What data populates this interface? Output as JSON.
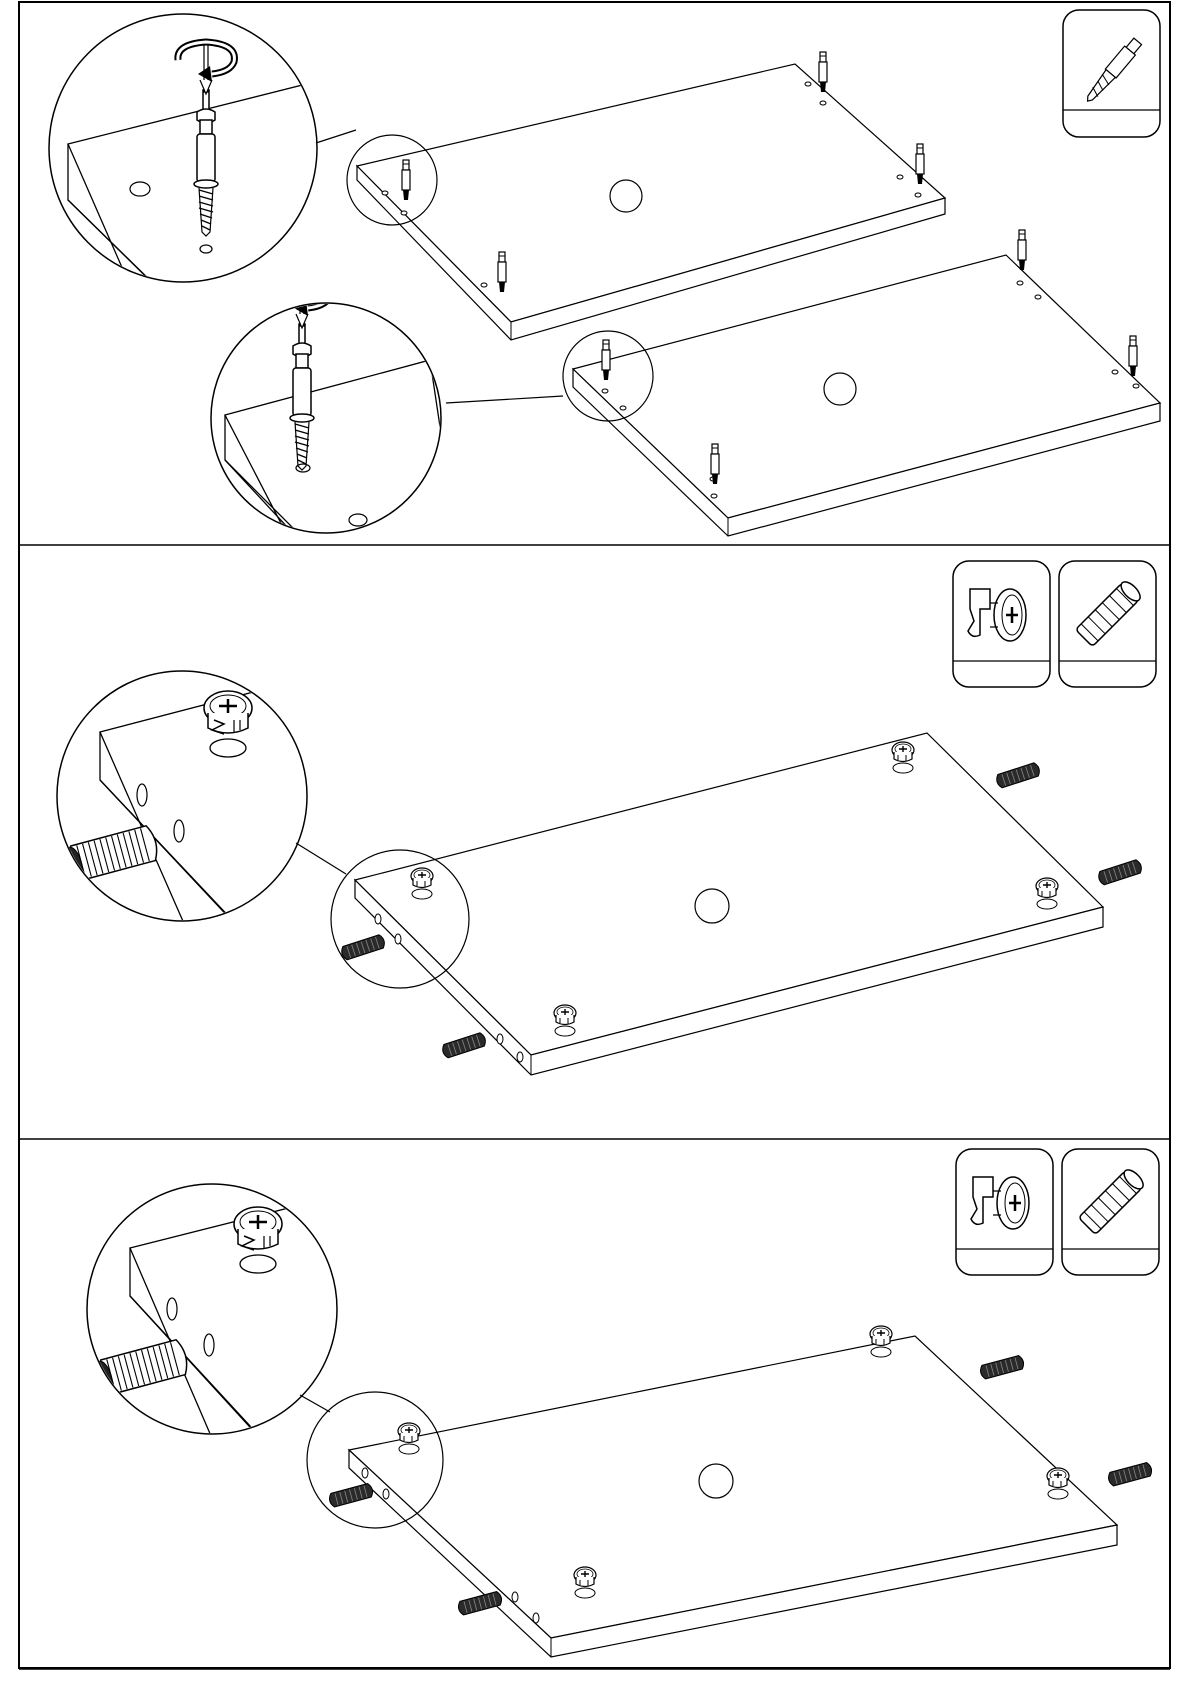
{
  "document": {
    "type": "furniture assembly instructions",
    "text_labels": []
  },
  "steps": [
    {
      "name": "step-1",
      "part_icons": [
        "cam-bolt-icon"
      ],
      "tool": "screwdriver-icon",
      "panels": 2,
      "fittings_per_panel": 4,
      "fitting": "cam-bolt"
    },
    {
      "name": "step-2",
      "part_icons": [
        "cam-lock-icon",
        "wooden-dowel-icon"
      ],
      "panels": 1,
      "fittings_per_panel": 4,
      "fitting": "cam-lock",
      "dowels": 4
    },
    {
      "name": "step-3",
      "part_icons": [
        "cam-lock-icon",
        "wooden-dowel-icon"
      ],
      "panels": 1,
      "fittings_per_panel": 4,
      "fitting": "cam-lock",
      "dowels": 4
    }
  ],
  "colors": {
    "line": "#000000",
    "paper": "#ffffff",
    "dowel": "#2a2a2a"
  }
}
